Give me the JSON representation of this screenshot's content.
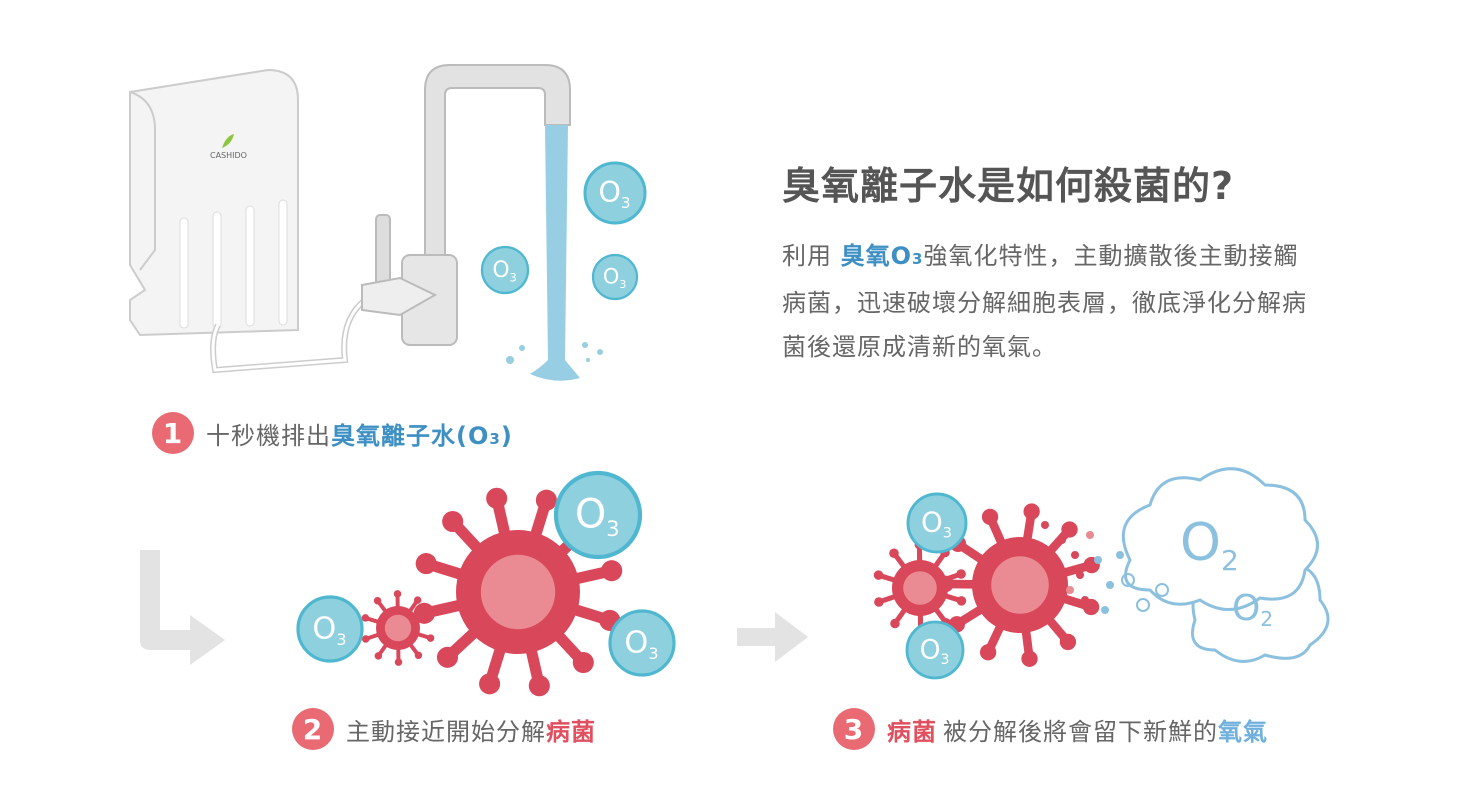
{
  "heading": "臭氧離子水是如何殺菌的?",
  "description": {
    "prefix": "利用 ",
    "highlight": "臭氧O",
    "highlight_sub": "3",
    "rest": "強氧化特性，主動擴散後主動接觸病菌，迅速破壞分解細胞表層，徹底淨化分解病菌後還原成清新的氧氣。"
  },
  "steps": [
    {
      "number": "1",
      "text": "十秒機排出 ",
      "highlight": "臭氧離子水(O",
      "highlight_sub": "3",
      "highlight_end": ")"
    },
    {
      "number": "2",
      "text": "主動接近開始分解",
      "highlight": "病菌"
    },
    {
      "number": "3",
      "highlight": "病菌",
      "text": "被分解後將會留下新鮮的",
      "highlight2": "氧氣"
    }
  ],
  "labels": {
    "brand": "CASHIDO",
    "o3": "O",
    "o3_sub": "3",
    "o2": "O",
    "o2_sub": "2"
  },
  "colors": {
    "accent_pink": "#e96a72",
    "accent_blue": "#3d8fc4",
    "virus": "#d9475a",
    "virus_core": "#ea8a92",
    "o3_fill": "#8fd0de",
    "o3_stroke": "#4fb8d0",
    "cloud": "#8cc0df"
  }
}
